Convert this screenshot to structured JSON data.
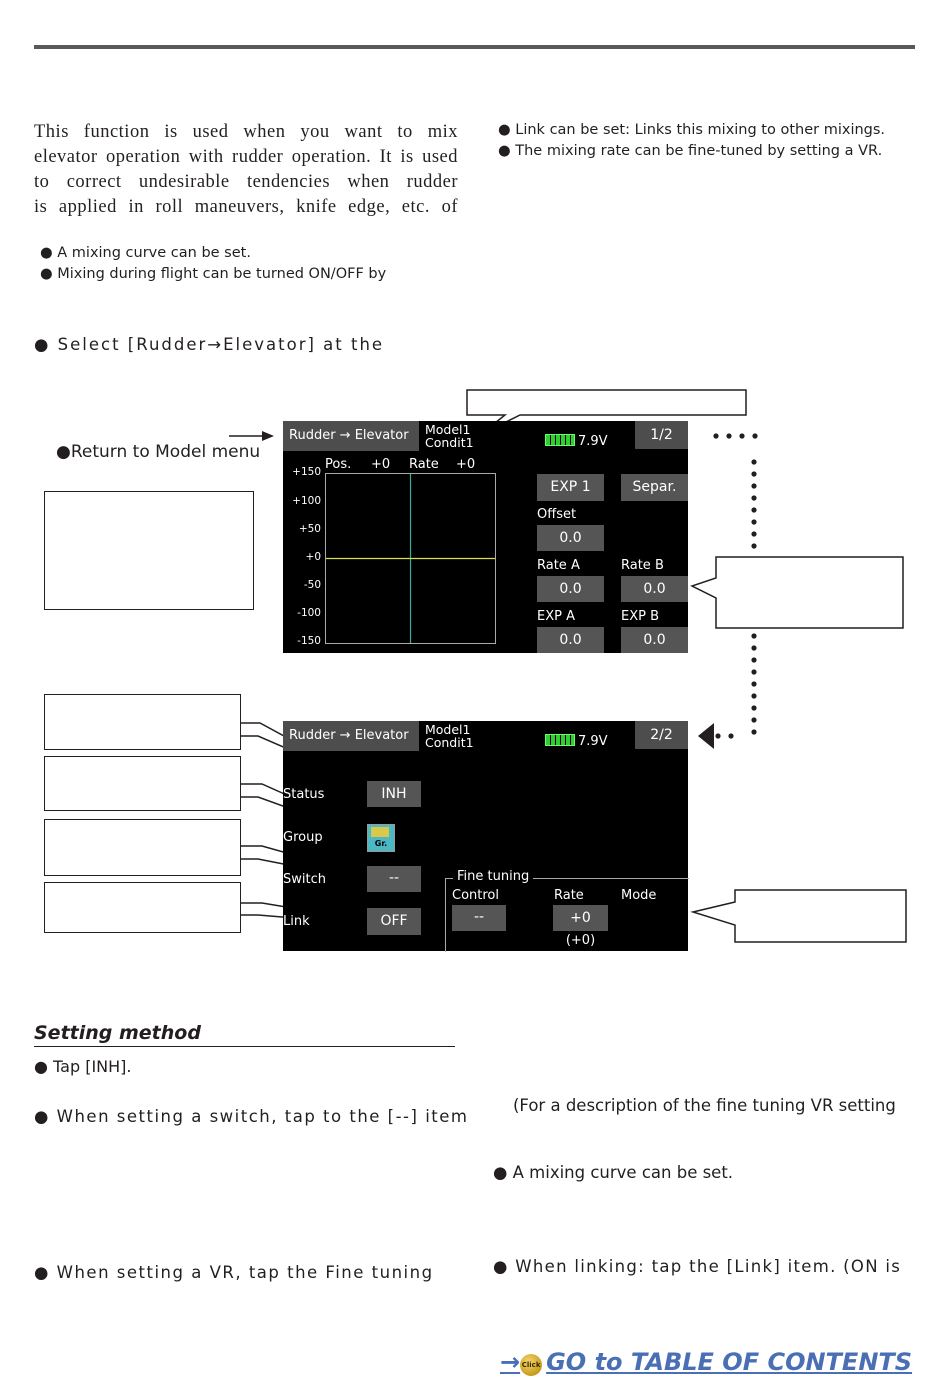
{
  "intro_lines": [
    "This function is used when you want to mix",
    "elevator operation with rudder operation. It is used",
    "to correct undesirable tendencies when rudder",
    "is applied in roll maneuvers, knife edge, etc. of"
  ],
  "features_left": [
    "● A mixing curve can be set.",
    "● Mixing during flight can be turned ON/OFF by"
  ],
  "features_right": [
    "● Link can be set: Links this mixing to other mixings.",
    "● The mixing rate can be fine-tuned by setting a VR."
  ],
  "select_instruction": "● Select [Rudder→Elevator] at the",
  "return_label": "●Return to Model menu",
  "screen1": {
    "title": "Rudder → Elevator",
    "model": "Model1",
    "condition": "Condit1",
    "battery": "7.9V",
    "page": "1/2",
    "pos_label": "Pos.",
    "pos_value": "+0",
    "rate_label": "Rate",
    "rate_value": "+0",
    "y_ticks": [
      "+150",
      "+100",
      "+50",
      "+0",
      "-50",
      "-100",
      "-150"
    ],
    "exp_button": "EXP 1",
    "separate_button": "Separ.",
    "offset_label": "Offset",
    "offset_value": "0.0",
    "rate_a_label": "Rate A",
    "rate_a_value": "0.0",
    "rate_b_label": "Rate B",
    "rate_b_value": "0.0",
    "exp_a_label": "EXP A",
    "exp_a_value": "0.0",
    "exp_b_label": "EXP B",
    "exp_b_value": "0.0"
  },
  "screen2": {
    "title": "Rudder → Elevator",
    "model": "Model1",
    "condition": "Condit1",
    "battery": "7.9V",
    "page": "2/2",
    "status_label": "Status",
    "status_value": "INH",
    "group_label": "Group",
    "group_icon_text": "Gr.",
    "switch_label": "Switch",
    "switch_value": "--",
    "link_label": "Link",
    "link_value": "OFF",
    "fine_tuning_label": "Fine tuning",
    "control_label": "Control",
    "control_value": "--",
    "rate_label": "Rate",
    "rate_value": "+0",
    "rate_sub_value": "(+0)",
    "mode_label": "Mode"
  },
  "setting_method_title": "Setting method",
  "steps_left": [
    "● Tap [INH].",
    "● When setting a switch, tap to the [--] item",
    "● When setting a VR, tap the Fine tuning"
  ],
  "steps_right": [
    "(For a description of the fine tuning VR setting",
    "● A mixing curve can be set.",
    "● When linking: tap the [Link] item.  (ON is"
  ],
  "toc_arrow": "→",
  "toc_badge": "Click",
  "toc_link": "GO to TABLE OF CONTENTS",
  "colors": {
    "rule": "#58595b",
    "toc": "#4a6fb5",
    "curve": "#d8e04a",
    "axis": "#3aa9a0"
  }
}
